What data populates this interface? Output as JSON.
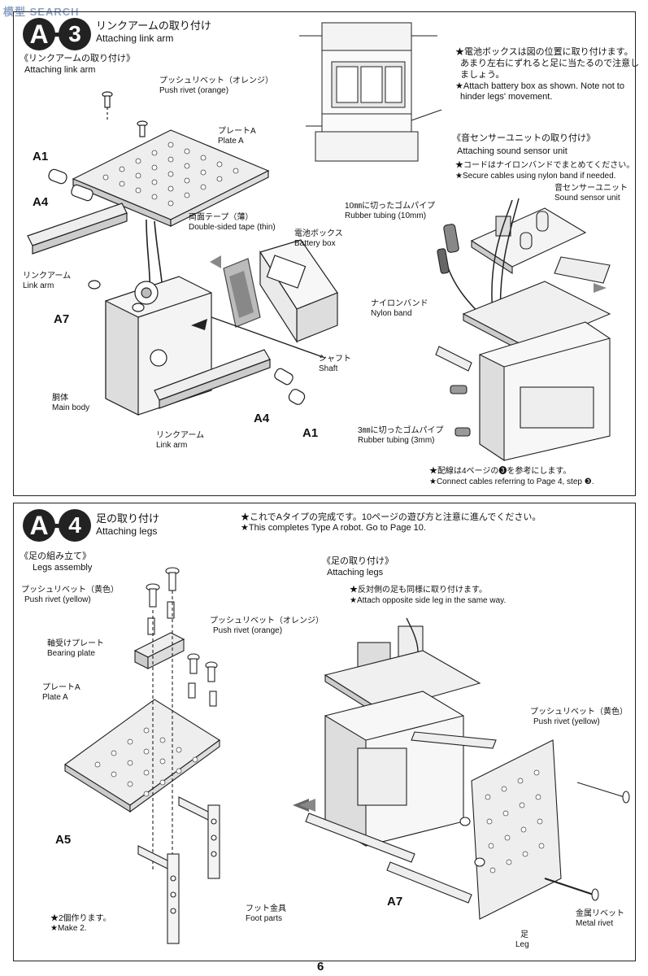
{
  "watermark": "模型 SEARCH",
  "step_a3": {
    "badge_a": "A",
    "badge_n": "3",
    "title_jp": "リンクアームの取り付け",
    "title_en": "Attaching link arm",
    "section_jp": "《リンクアームの取り付け》",
    "section_en": "Attaching link arm",
    "labels": {
      "push_rivet_orange_jp": "プッシュリベット（オレンジ）",
      "push_rivet_orange_en": "Push rivet (orange)",
      "plate_a_jp": "プレートA",
      "plate_a_en": "Plate A",
      "a1_top": "A1",
      "a4_top": "A4",
      "link_arm_jp": "リンクアーム",
      "link_arm_en": "Link arm",
      "a7": "A7",
      "tape_jp": "両面テープ（薄）",
      "tape_en": "Double-sided tape (thin)",
      "battery_box_jp": "電池ボックス",
      "battery_box_en": "Battery box",
      "shaft_jp": "シャフト",
      "shaft_en": "Shaft",
      "main_body_jp": "胴体",
      "main_body_en": "Main body",
      "a4_bottom": "A4",
      "a1_bottom": "A1",
      "link_arm2_jp": "リンクアーム",
      "link_arm2_en": "Link arm"
    },
    "battery_note": {
      "jp1": "★電池ボックスは図の位置に取り付けます。",
      "jp2": "あまり左右にずれると足に当たるので注意し",
      "jp3": "ましょう。",
      "en1": "★Attach battery box as shown. Note not to",
      "en2": "hinder legs' movement."
    },
    "sound_sensor": {
      "section_jp": "《音センサーユニットの取り付け》",
      "section_en": "Attaching sound sensor unit",
      "note_jp": "★コードはナイロンバンドでまとめてください。",
      "note_en": "★Secure cables using nylon band if needed.",
      "unit_jp": "音センサーユニット",
      "unit_en": "Sound sensor unit",
      "tube10_jp": "10㎜に切ったゴムパイプ",
      "tube10_en": "Rubber tubing (10mm)",
      "nylon_jp": "ナイロンバンド",
      "nylon_en": "Nylon band",
      "tube3_jp": "3㎜に切ったゴムパイプ",
      "tube3_en": "Rubber tubing (3mm)",
      "cables_jp": "★配線は4ページの❸を参考にします。",
      "cables_en": "★Connect cables referring to Page 4, step ❸."
    }
  },
  "step_a4": {
    "badge_a": "A",
    "badge_n": "4",
    "title_jp": "足の取り付け",
    "title_en": "Attaching legs",
    "complete_jp": "★これでAタイプの完成です。10ページの遊び方と注意に進んでください。",
    "complete_en": "★This completes Type A robot. Go to Page 10.",
    "legs_section_jp": "《足の組み立て》",
    "legs_section_en": "Legs assembly",
    "attach_section_jp": "《足の取り付け》",
    "attach_section_en": "Attaching legs",
    "attach_note_jp": "★反対側の足も同様に取り付けます。",
    "attach_note_en": "★Attach opposite side leg in the same way.",
    "labels": {
      "push_yellow_jp": "プッシュリベット（黄色）",
      "push_yellow_en": "Push rivet (yellow)",
      "push_orange_jp": "プッシュリベット（オレンジ）",
      "push_orange_en": "Push rivet (orange)",
      "bearing_jp": "軸受けプレート",
      "bearing_en": "Bearing plate",
      "plate_a_jp": "プレートA",
      "plate_a_en": "Plate A",
      "a5": "A5",
      "foot_jp": "フット金具",
      "foot_en": "Foot parts",
      "make2_jp": "★2個作ります。",
      "make2_en": "★Make 2.",
      "push_yellow2_jp": "プッシュリベット（黄色）",
      "push_yellow2_en": "Push rivet (yellow)",
      "a7": "A7",
      "metal_rivet_jp": "金属リベット",
      "metal_rivet_en": "Metal rivet",
      "leg_jp": "足",
      "leg_en": "Leg"
    }
  },
  "page_number": "6"
}
